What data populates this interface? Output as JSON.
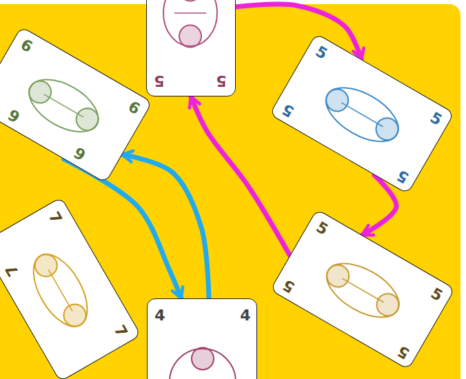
{
  "diagram": {
    "nodes": [
      {
        "text": [
          "5",
          "5"
        ]
      },
      {
        "text": [
          "6",
          "6",
          "6",
          "6"
        ]
      },
      {
        "text": [
          "5",
          "5",
          "5",
          "5"
        ]
      },
      {
        "text": [
          "7",
          "7",
          "7"
        ]
      },
      {
        "text": [
          "5",
          "5",
          "5",
          "5"
        ]
      },
      {
        "text": [
          "4",
          "4"
        ]
      }
    ],
    "edges": [
      {
        "from": 0,
        "to": 2,
        "arrow": "to"
      },
      {
        "from": 2,
        "to": 4,
        "arrow": "to"
      },
      {
        "from": 4,
        "to": 0,
        "arrow": "to"
      },
      {
        "from": 1,
        "to": 5,
        "arrow": "to"
      },
      {
        "from": 5,
        "to": 1,
        "arrow": "to"
      }
    ]
  }
}
